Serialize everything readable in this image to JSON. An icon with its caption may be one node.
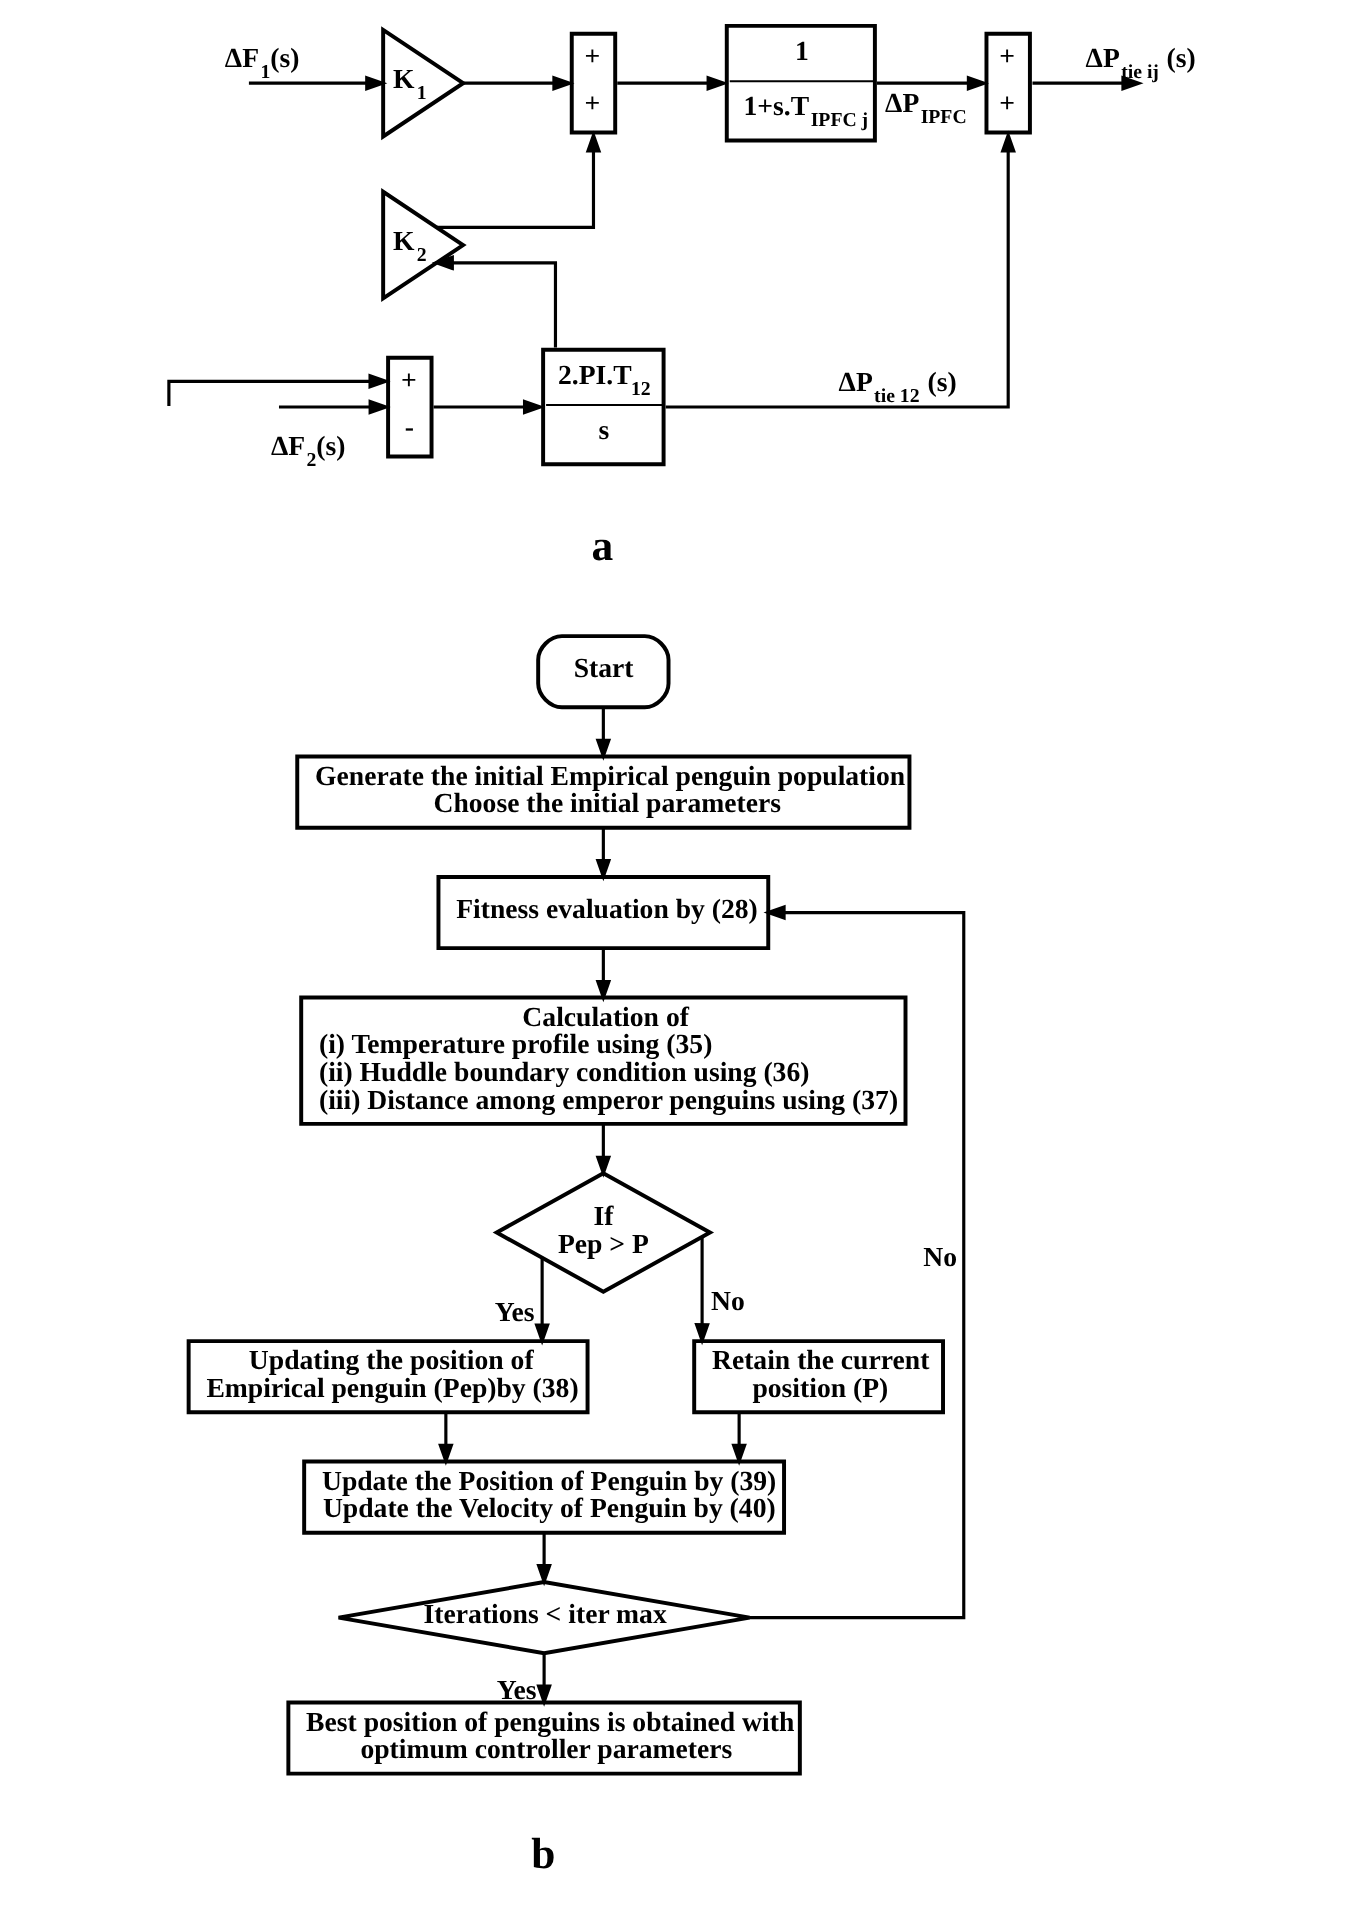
{
  "diagram": {
    "nodes": [
      {
        "text": [
          "K$_{1}$"
        ]
      },
      {
        "text": [
          "+",
          "+"
        ]
      },
      {
        "text": [
          "1",
          "1+s.T$_{IPFC j}$"
        ]
      },
      {
        "text": [
          "+",
          "+"
        ]
      },
      {
        "text": [
          "K$_{2}$"
        ]
      },
      {
        "text": [
          "+",
          "-"
        ]
      },
      {
        "text": [
          "2.PI.T$_{12}$",
          "s"
        ]
      },
      {
        "text": [
          "Start"
        ]
      },
      {
        "text": [
          "Generate the initial Empirical penguin population",
          "Choose the initial parameters"
        ]
      },
      {
        "text": [
          "Fitness evaluation by (28)"
        ]
      },
      {
        "text": [
          "Calculation of",
          "(i) Temperature profile using (35)",
          "(ii) Huddle boundary condition using (36)",
          "(iii) Distance among emperor penguins using (37)"
        ]
      },
      {
        "text": [
          "If Pep > P"
        ]
      },
      {
        "text": [
          "Updating the position of Empirical penguin (Pep)by (38)"
        ]
      },
      {
        "text": [
          "Retain the current position (P)"
        ]
      },
      {
        "text": [
          "Update the Position of Penguin by (39)",
          "Update the Velocity of Penguin by (40)"
        ]
      },
      {
        "text": [
          "Iterations < iter max"
        ]
      },
      {
        "text": [
          "Best position of penguins is obtained with optimum controller parameters"
        ]
      }
    ],
    "edges": [
      {
        "from": null,
        "to": 0,
        "arrow": "to",
        "label": "ΔF$_{1}$(s)"
      },
      {
        "from": 0,
        "to": 1,
        "arrow": "to"
      },
      {
        "from": 4,
        "to": 1,
        "arrow": "to"
      },
      {
        "from": 1,
        "to": 2,
        "arrow": "to"
      },
      {
        "from": 2,
        "to": 3,
        "arrow": "to",
        "label": "ΔP$_{IPFC}$"
      },
      {
        "from": 3,
        "to": null,
        "arrow": "to",
        "label": "ΔP$_{tie ij}$ (s)"
      },
      {
        "from": null,
        "to": 5,
        "arrow": "to"
      },
      {
        "from": null,
        "to": 5,
        "arrow": "to",
        "label": "ΔF$_{2}$(s)"
      },
      {
        "from": 5,
        "to": 6,
        "arrow": "to"
      },
      {
        "from": 6,
        "to": 4,
        "arrow": "to"
      },
      {
        "from": 6,
        "to": 3,
        "arrow": "to",
        "label": "ΔP$_{tie 12}$ (s)"
      },
      {
        "from": 7,
        "to": 8,
        "arrow": "to"
      },
      {
        "from": 8,
        "to": 9,
        "arrow": "to"
      },
      {
        "from": 9,
        "to": 10,
        "arrow": "to"
      },
      {
        "from": 10,
        "to": 11,
        "arrow": "to"
      },
      {
        "from": 11,
        "to": 12,
        "arrow": "to",
        "label": "Yes"
      },
      {
        "from": 11,
        "to": 13,
        "arrow": "to",
        "label": "No"
      },
      {
        "from": 12,
        "to": 14,
        "arrow": "to"
      },
      {
        "from": 13,
        "to": 14,
        "arrow": "to"
      },
      {
        "from": 14,
        "to": 15,
        "arrow": "to"
      },
      {
        "from": 15,
        "to": 16,
        "arrow": "to",
        "label": "Yes"
      },
      {
        "from": 15,
        "to": 9,
        "arrow": "to",
        "label": "No"
      }
    ],
    "labels": [
      "a",
      "b"
    ]
  }
}
